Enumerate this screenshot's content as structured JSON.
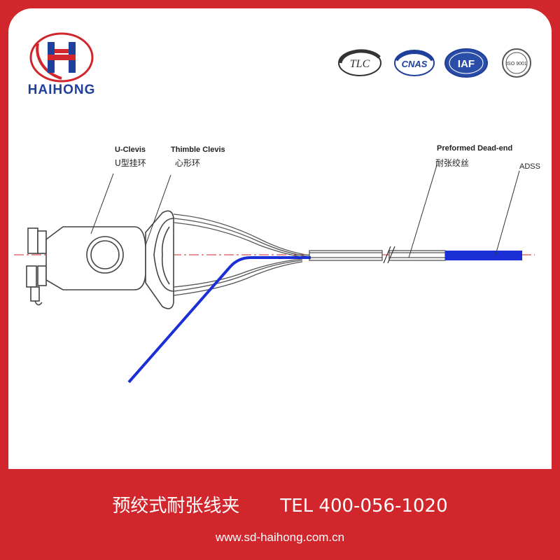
{
  "brand": {
    "name": "HAIHONG",
    "color_blue": "#1e3f9a",
    "color_red": "#d0262c"
  },
  "certifications": [
    {
      "label": "TLC",
      "icon": "tlc-logo"
    },
    {
      "label": "CNAS",
      "icon": "cnas-logo"
    },
    {
      "label": "IAF",
      "icon": "iaf-logo"
    },
    {
      "label": "ISO 9001",
      "icon": "iso-seal"
    }
  ],
  "diagram": {
    "labels": {
      "u_clevis_en": "U-Clevis",
      "u_clevis_cn": "U型挂环",
      "thimble_clevis_en": "Thimble Clevis",
      "thimble_clevis_cn": "心形环",
      "preformed_en": "Preformed Dead-end",
      "preformed_cn": "耐张绞丝",
      "adss": "ADSS"
    },
    "cable_color": "#1a2fd6"
  },
  "footer": {
    "title": "预绞式耐张线夹",
    "tel": "TEL 400-056-1020",
    "website": "www.sd-haihong.com.cn"
  }
}
